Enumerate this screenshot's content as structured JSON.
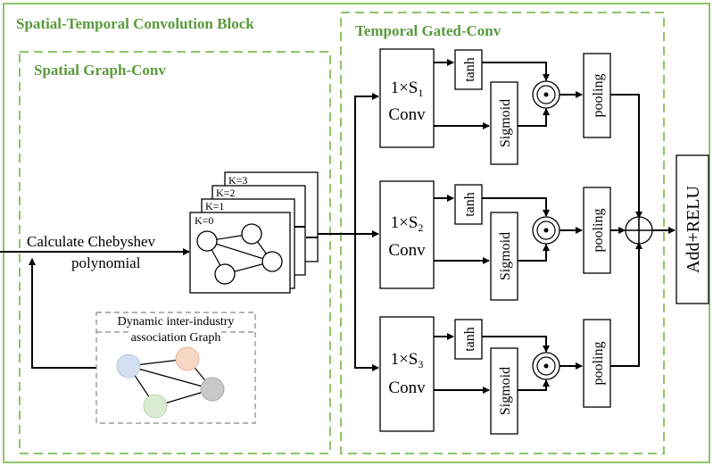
{
  "titles": {
    "st_block": "Spatial-Temporal Convolution Block",
    "spatial": "Spatial Graph-Conv",
    "temporal": "Temporal Gated-Conv"
  },
  "chebyshev": {
    "line1": "Calculate Chebyshev",
    "line2": "polynomial"
  },
  "k_labels": [
    "K=0",
    "K=1",
    "K=2",
    "K=3"
  ],
  "dynamic_graph": {
    "line1": "Dynamic inter-industry",
    "line2": "association Graph"
  },
  "branches": [
    {
      "conv_top": "1×S",
      "conv_sub": "1",
      "conv_bottom": "Conv",
      "tanh": "tanh",
      "sigmoid": "Sigmoid",
      "odot": "⊙",
      "pooling": "pooling"
    },
    {
      "conv_top": "1×S",
      "conv_sub": "2",
      "conv_bottom": "Conv",
      "tanh": "tanh",
      "sigmoid": "Sigmoid",
      "odot": "⊙",
      "pooling": "pooling"
    },
    {
      "conv_top": "1×S",
      "conv_sub": "3",
      "conv_bottom": "Conv",
      "tanh": "tanh",
      "sigmoid": "Sigmoid",
      "odot": "⊙",
      "pooling": "pooling"
    }
  ],
  "sum_symbol": "⊕",
  "add_relu": "Add+RELU",
  "colors": {
    "green_border": "#8fc46a",
    "green_text": "#5a9a3c",
    "gray_dash": "#888888",
    "node_blue": "#d4dff2",
    "node_orange": "#f6d7c3",
    "node_gray": "#c8c8c8",
    "node_green": "#d9ecd2"
  }
}
